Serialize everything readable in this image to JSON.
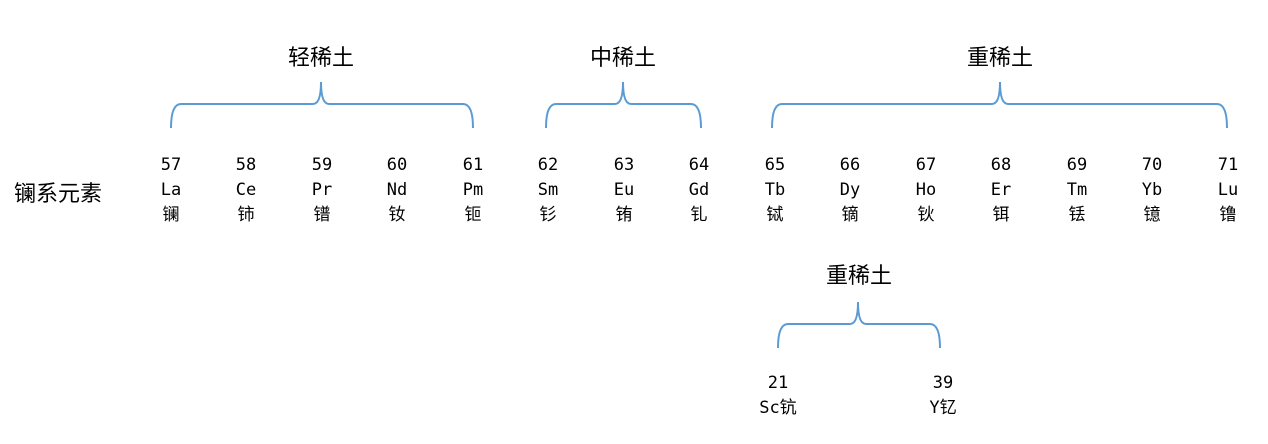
{
  "row_label": "镧系元素",
  "groups": [
    {
      "label": "轻稀土"
    },
    {
      "label": "中稀土"
    },
    {
      "label": "重稀土"
    }
  ],
  "elements": [
    {
      "number": "57",
      "symbol": "La",
      "name": "镧"
    },
    {
      "number": "58",
      "symbol": "Ce",
      "name": "铈"
    },
    {
      "number": "59",
      "symbol": "Pr",
      "name": "镨"
    },
    {
      "number": "60",
      "symbol": "Nd",
      "name": "钕"
    },
    {
      "number": "61",
      "symbol": "Pm",
      "name": "钷"
    },
    {
      "number": "62",
      "symbol": "Sm",
      "name": "钐"
    },
    {
      "number": "63",
      "symbol": "Eu",
      "name": "铕"
    },
    {
      "number": "64",
      "symbol": "Gd",
      "name": "钆"
    },
    {
      "number": "65",
      "symbol": "Tb",
      "name": "铽"
    },
    {
      "number": "66",
      "symbol": "Dy",
      "name": "镝"
    },
    {
      "number": "67",
      "symbol": "Ho",
      "name": "钬"
    },
    {
      "number": "68",
      "symbol": "Er",
      "name": "铒"
    },
    {
      "number": "69",
      "symbol": "Tm",
      "name": "铥"
    },
    {
      "number": "70",
      "symbol": "Yb",
      "name": "镱"
    },
    {
      "number": "71",
      "symbol": "Lu",
      "name": "镥"
    }
  ],
  "extra_group": {
    "label": "重稀土",
    "elements": [
      {
        "number": "21",
        "symbol_name": "Sc钪"
      },
      {
        "number": "39",
        "symbol_name": "Y钇"
      }
    ]
  },
  "colors": {
    "bracket": "#5b9bd5",
    "text": "#000000"
  }
}
